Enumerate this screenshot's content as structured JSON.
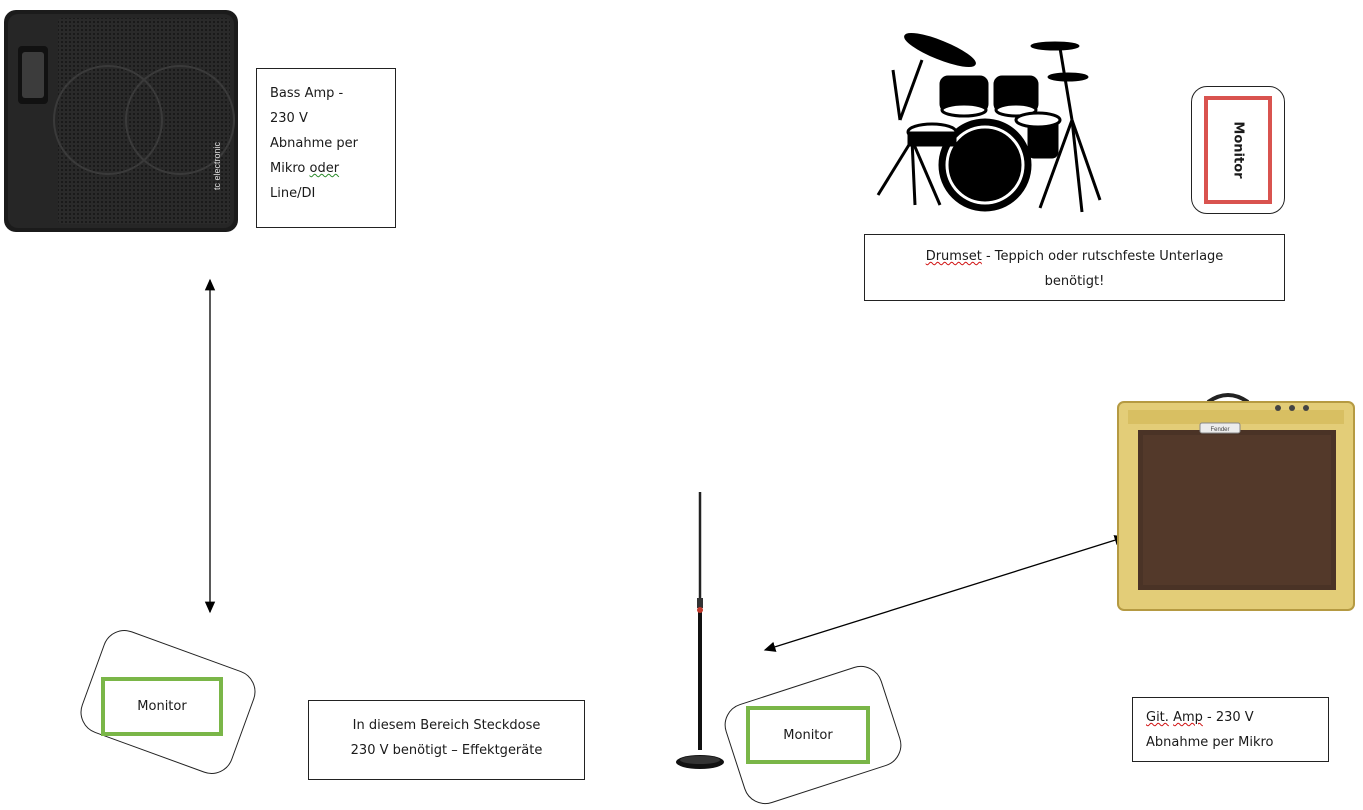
{
  "bass_amp": {
    "brand": "tc electronic",
    "line1": "Bass Amp -",
    "line2": "230 V",
    "line3": "Abnahme per",
    "line4a": "Mikro ",
    "line4b": "oder",
    "line5": "Line/DI"
  },
  "drums": {
    "line1a": "Drumset",
    "line1b": " - Teppich oder rutschfeste Unterlage",
    "line2": "benötigt!"
  },
  "drum_monitor": {
    "label": "Monitor"
  },
  "monitor_left": {
    "label": "Monitor"
  },
  "monitor_center": {
    "label": "Monitor"
  },
  "power_note": {
    "line1": "In diesem Bereich Steckdose",
    "line2": "230 V benötigt – Effektgeräte"
  },
  "guitar_amp": {
    "brand": "Fender",
    "line1a": "Git.",
    "line1b": " ",
    "line1c": "Amp",
    "line1d": " - 230 V",
    "line2": "Abnahme per Mikro"
  },
  "colors": {
    "monitor_green": "#7ab648",
    "monitor_red": "#d9534f",
    "tweed": "#e3cd78",
    "grille": "#4a3326"
  },
  "icons": [
    "bass-cabinet-image",
    "drum-kit-silhouette",
    "mic-stand-image",
    "guitar-combo-amp-image",
    "double-arrow"
  ]
}
